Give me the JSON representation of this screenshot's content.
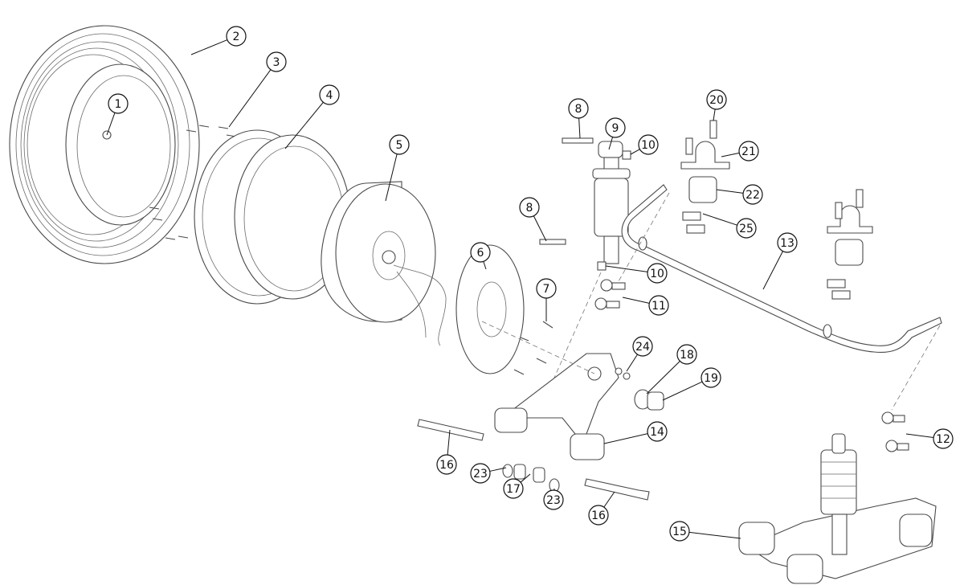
{
  "diagram": {
    "type": "exploded-parts-view",
    "callouts": [
      {
        "number": "1"
      },
      {
        "number": "2"
      },
      {
        "number": "3"
      },
      {
        "number": "4"
      },
      {
        "number": "5"
      },
      {
        "number": "6"
      },
      {
        "number": "7"
      },
      {
        "number": "8"
      },
      {
        "number": "9"
      },
      {
        "number": "10"
      },
      {
        "number": "8"
      },
      {
        "number": "10"
      },
      {
        "number": "11"
      },
      {
        "number": "20"
      },
      {
        "number": "21"
      },
      {
        "number": "22"
      },
      {
        "number": "25"
      },
      {
        "number": "13"
      },
      {
        "number": "24"
      },
      {
        "number": "18"
      },
      {
        "number": "19"
      },
      {
        "number": "14"
      },
      {
        "number": "12"
      },
      {
        "number": "16"
      },
      {
        "number": "23"
      },
      {
        "number": "17"
      },
      {
        "number": "23"
      },
      {
        "number": "16"
      },
      {
        "number": "15"
      }
    ]
  }
}
